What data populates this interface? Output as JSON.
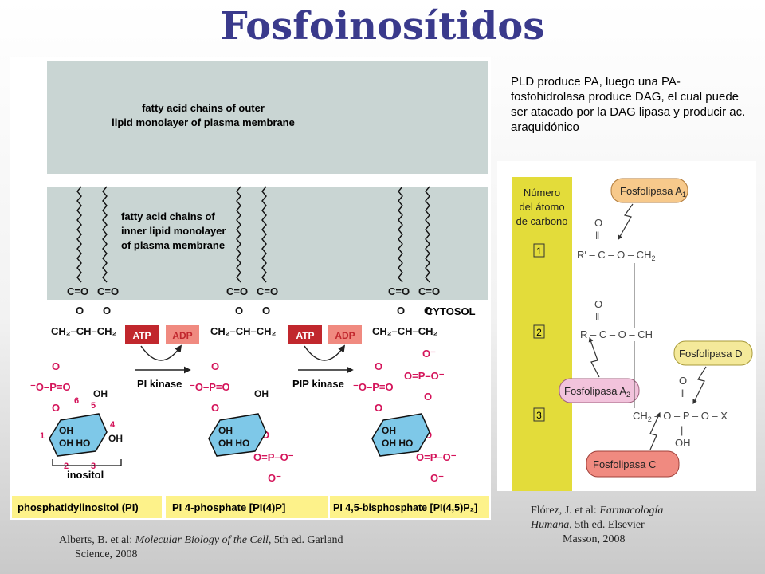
{
  "title": "Fosfoinosítidos",
  "left_figure": {
    "outer_label_1": "fatty acid chains of outer",
    "outer_label_2": "lipid monolayer of plasma membrane",
    "inner_label_1": "fatty acid chains of",
    "inner_label_2": "inner lipid monolayer",
    "inner_label_3": "of plasma membrane",
    "cytosol": "CYTOSOL",
    "ester": "C=O",
    "oxygen": "O",
    "backbone": "CH₂–CH–CH₂",
    "phosphate_top": "O",
    "phosphate_row": "⁻O–P=O",
    "ring_oh": "OH",
    "ring_oh_ho": "OH HO",
    "atp": "ATP",
    "adp": "ADP",
    "pi_kinase": "PI kinase",
    "pip_kinase": "PIP kinase",
    "inositol": "inositol",
    "phosphate_side": "O=P–O⁻",
    "phosphate_minus": "O⁻",
    "ring_numbers": [
      "1",
      "2",
      "3",
      "4",
      "5",
      "6"
    ],
    "label_pi": "phosphatidylinositol (PI)",
    "label_pi4p": "PI 4-phosphate [PI(4)P]",
    "label_pip2": "PI 4,5-bisphosphate [PI(4,5)P₂]"
  },
  "right_note": "PLD produce PA, luego una PA-fosfohidrolasa produce DAG, el cual puede ser atacado por la DAG lipasa y producir ac. araquidónico",
  "right_figure": {
    "carbon_label_1": "Número",
    "carbon_label_2": "del átomo",
    "carbon_label_3": "de carbono",
    "num_1": "1",
    "num_2": "2",
    "num_3": "3",
    "enzyme_a1": "Fosfolipasa A",
    "enzyme_a1_sub": "1",
    "enzyme_a2": "Fosfolipasa A",
    "enzyme_a2_sub": "2",
    "enzyme_d": "Fosfolipasa D",
    "enzyme_c": "Fosfolipasa C",
    "row1": "R′ – C – O – CH",
    "row1_sub": "2",
    "row2": "R – C – O – CH",
    "row3_a": "CH",
    "row3_sub": "2",
    "row3_b": " – O – P – O – X",
    "o": "O",
    "dbl": "‖",
    "single": "|",
    "oh": "OH"
  },
  "cite_left": {
    "author": "Alberts, B. et al: ",
    "work": "Molecular Biology of the Cell",
    "rest": ", 5th ed. Garland",
    "line2": "Science, 2008"
  },
  "cite_right": {
    "author": "Flórez, J. et al: ",
    "work": "Farmacología",
    "work2": "Humana",
    "rest": ", 5th ed. Elsevier",
    "line2": "Masson, 2008"
  },
  "colors": {
    "title": "#3a3a8c",
    "membrane": "#c9d5d3",
    "phosphate": "#d4145a",
    "ring": "#7ec8e8",
    "atp": "#c1272d",
    "adp": "#f08a80",
    "label_box": "#fdf28a",
    "carbon_bar": "#e3dc3a",
    "enzyme_a1": "#f7c98b",
    "enzyme_a2": "#f2c3dc",
    "enzyme_d": "#f4e99a",
    "enzyme_c": "#f08a80"
  }
}
